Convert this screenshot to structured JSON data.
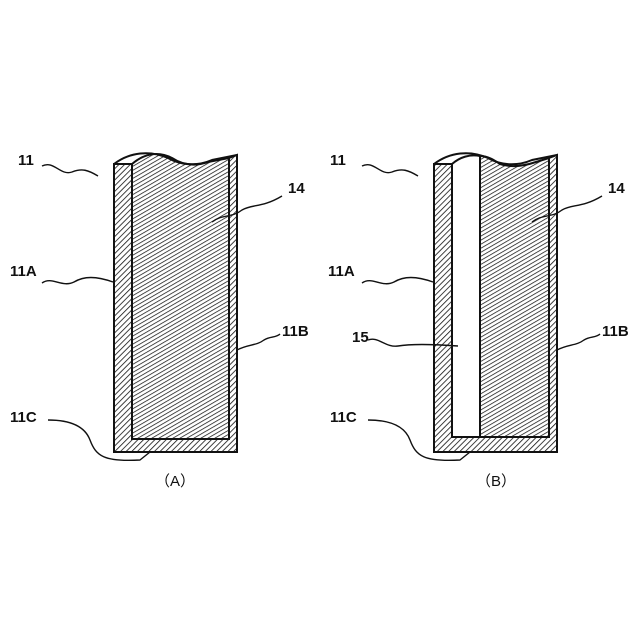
{
  "colors": {
    "ink": "#111111",
    "paper": "#ffffff"
  },
  "panel_a": {
    "caption": "（A）",
    "labels": {
      "wall": "11",
      "side_a": "11A",
      "side_b": "11B",
      "bottom": "11C",
      "fill": "14"
    }
  },
  "panel_b": {
    "caption": "（B）",
    "labels": {
      "wall": "11",
      "side_a": "11A",
      "side_b": "11B",
      "bottom": "11C",
      "fill": "14",
      "gap": "15"
    }
  }
}
